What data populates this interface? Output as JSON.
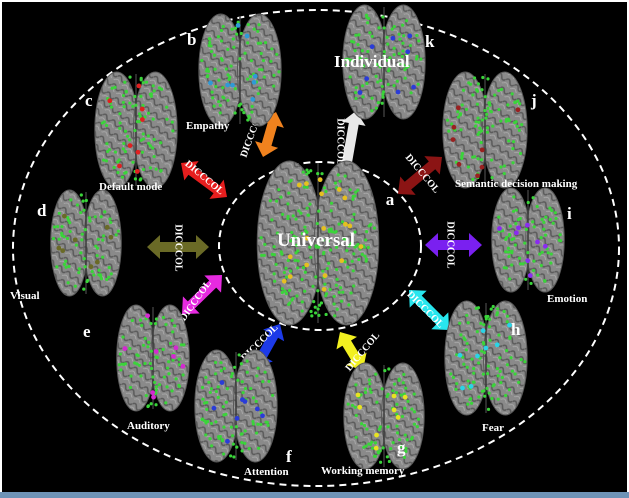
{
  "center": {
    "letter": "a",
    "label": "Universal"
  },
  "connector_text": "DICCCOL",
  "outer": [
    {
      "key": "b",
      "letter": "b",
      "label": "Empathy",
      "arrow_color": "#f0821e",
      "dot_color": "#2f9ad6"
    },
    {
      "key": "k",
      "letter": "k",
      "label": "Individual",
      "arrow_color": "#e8e8e8",
      "dot_color": "#2a3cd8"
    },
    {
      "key": "j",
      "letter": "j",
      "label": "Semantic decision making",
      "arrow_color": "#8b1414",
      "dot_color": "#9a2020"
    },
    {
      "key": "i",
      "letter": "i",
      "label": "Emotion",
      "arrow_color": "#7a20f0",
      "dot_color": "#8a2cf0"
    },
    {
      "key": "h",
      "letter": "h",
      "label": "Fear",
      "arrow_color": "#28e6ee",
      "dot_color": "#2ad4e6"
    },
    {
      "key": "g",
      "letter": "g",
      "label": "Working memory",
      "arrow_color": "#f2f020",
      "dot_color": "#e8e420"
    },
    {
      "key": "f",
      "letter": "f",
      "label": "Attention",
      "arrow_color": "#1c3ae8",
      "dot_color": "#2a3cd8"
    },
    {
      "key": "e",
      "letter": "e",
      "label": "Auditory",
      "arrow_color": "#e62ae0",
      "dot_color": "#d42ad0"
    },
    {
      "key": "d",
      "letter": "d",
      "label": "Visual",
      "arrow_color": "#6a6a26",
      "dot_color": "#6a6a26"
    },
    {
      "key": "c",
      "letter": "c",
      "label": "Default mode",
      "arrow_color": "#e61e1e",
      "dot_color": "#e02020"
    }
  ]
}
